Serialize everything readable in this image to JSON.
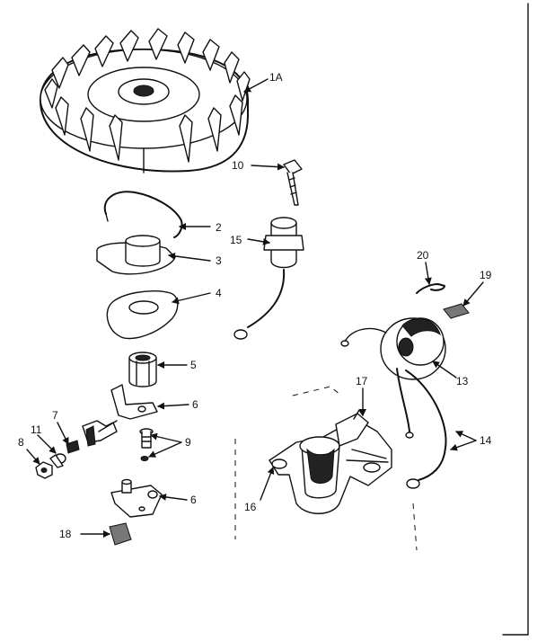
{
  "labels": {
    "l_1a": "1A",
    "l_2": "2",
    "l_3": "3",
    "l_4": "4",
    "l_5": "5",
    "l_6a": "6",
    "l_6b": "6",
    "l_7": "7",
    "l_8": "8",
    "l_9": "9",
    "l_10": "10",
    "l_11": "11",
    "l_13": "13",
    "l_14": "14",
    "l_15": "15",
    "l_16": "16",
    "l_17": "17",
    "l_18": "18",
    "l_19": "19",
    "l_20": "20"
  }
}
